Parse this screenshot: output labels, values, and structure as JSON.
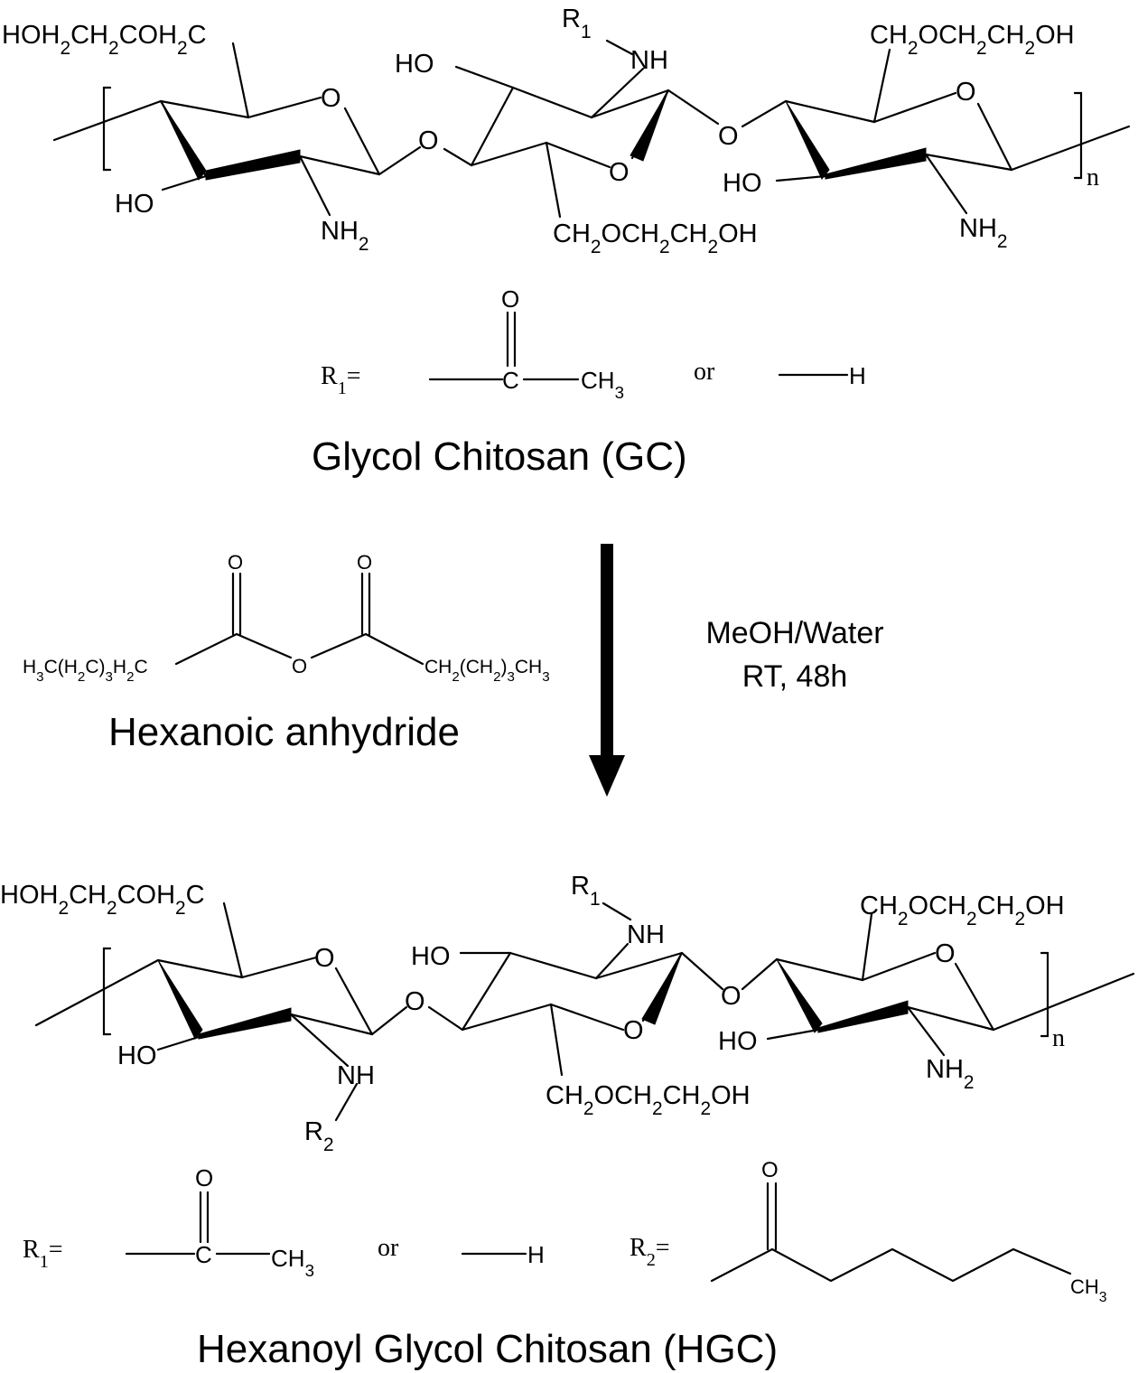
{
  "gc": {
    "title": "Glycol Chitosan (GC)",
    "hoh2ch2coh2c": "HOH2CH2COH2C",
    "ch2och2ch2oh": "CH2OCH2CH2OH",
    "ho": "HO",
    "o": "O",
    "nh2": "NH2",
    "nh": "NH",
    "r1": "R1",
    "n": "n"
  },
  "r1_def": {
    "label": "R1=",
    "carbonyl_o": "O",
    "c": "C",
    "ch3": "CH3",
    "or": "or",
    "h": "H"
  },
  "reagent": {
    "name": "Hexanoic anhydride",
    "left": "H3C(H2C)3H2C",
    "right": "CH2(CH2)3CH3",
    "o": "O"
  },
  "conditions": {
    "line1": "MeOH/Water",
    "line2": "RT, 48h"
  },
  "hgc": {
    "title": "Hexanoyl Glycol Chitosan (HGC)",
    "r2": "R2",
    "r2_label": "R2=",
    "ch3": "CH3"
  }
}
